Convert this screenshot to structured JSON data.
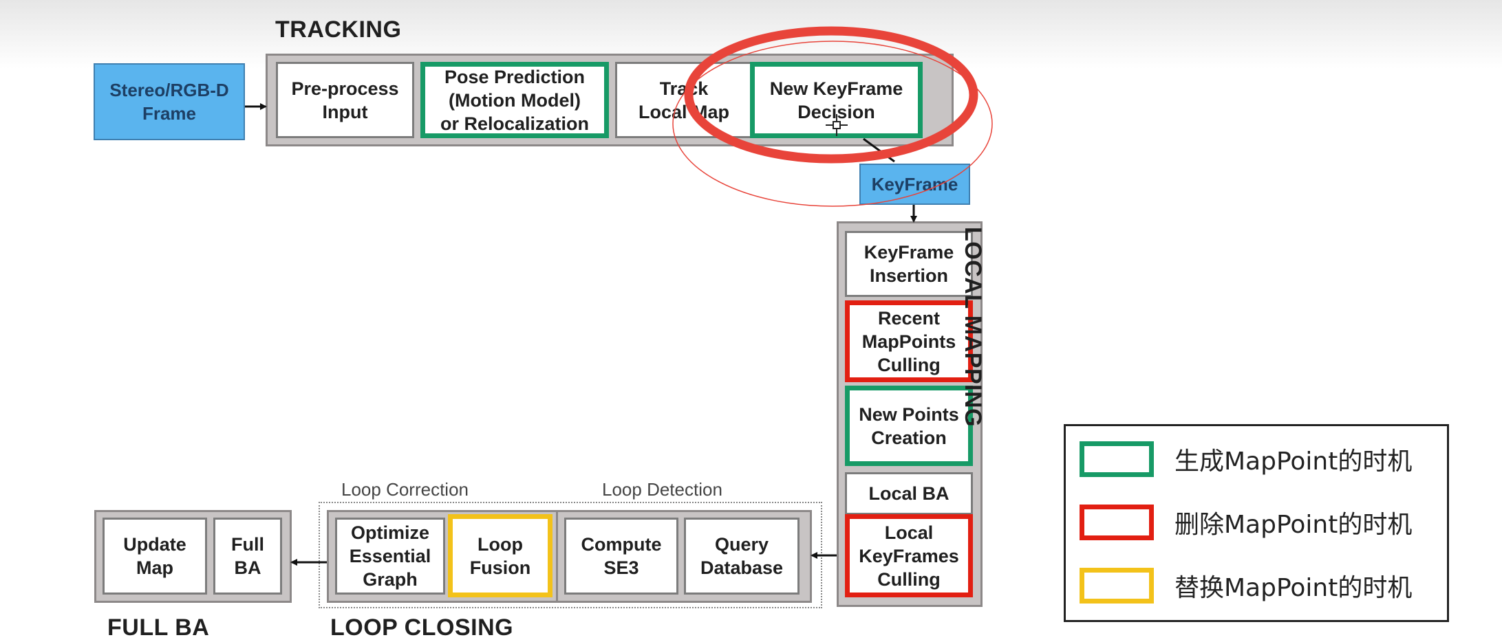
{
  "tracking": {
    "title": "TRACKING",
    "input": "Stereo/RGB-D\nFrame",
    "preprocess": "Pre-process\nInput",
    "pose": "Pose Prediction\n(Motion Model)\nor Relocalization",
    "track_local_map": "Track\nLocal Map",
    "new_keyframe_decision": "New KeyFrame\nDecision"
  },
  "keyframe_label": "KeyFrame",
  "local_mapping": {
    "title": "LOCAL MAPPING",
    "insertion": "KeyFrame\nInsertion",
    "recent_culling": "Recent\nMapPoints\nCulling",
    "new_points": "New Points\nCreation",
    "local_ba": "Local BA",
    "kf_culling": "Local\nKeyFrames\nCulling"
  },
  "loop_closing": {
    "title": "LOOP CLOSING",
    "correction_label": "Loop Correction",
    "detection_label": "Loop Detection",
    "optimize": "Optimize\nEssential\nGraph",
    "fusion": "Loop\nFusion",
    "compute_se3": "Compute\nSE3",
    "query_db": "Query\nDatabase"
  },
  "full_ba": {
    "title": "FULL BA",
    "update_map": "Update\nMap",
    "full_ba_box": "Full\nBA"
  },
  "legend": {
    "items": [
      {
        "label": "生成MapPoint的时机",
        "color": "#179a66"
      },
      {
        "label": "删除MapPoint的时机",
        "color": "#e21f12"
      },
      {
        "label": "替换MapPoint的时机",
        "color": "#f3c21a"
      }
    ]
  },
  "colors": {
    "green": "#179a66",
    "red": "#e21f12",
    "yellow": "#f3c21a",
    "blue": "#5ab4ee",
    "panel": "#c8c4c4"
  }
}
